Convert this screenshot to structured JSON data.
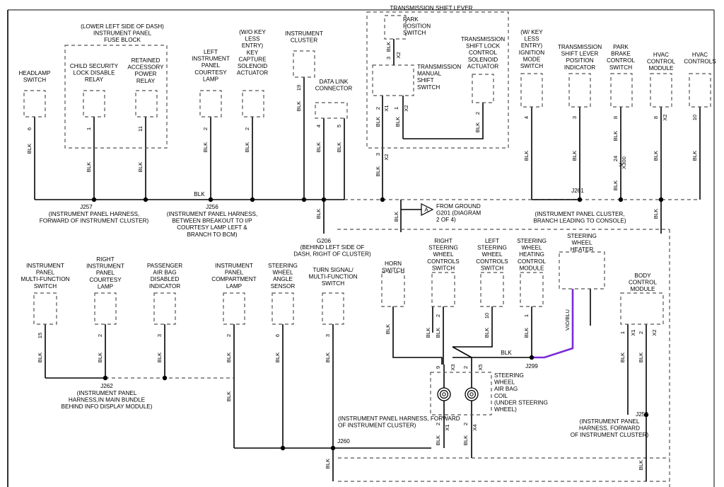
{
  "wire_labels": {
    "blk": "BLK",
    "vio_blu": "VIO/BLU"
  },
  "components": {
    "headlamp_switch": {
      "name": "HEADLAMP\nSWITCH",
      "pin": "6"
    },
    "fuse_block": {
      "name": "(LOWER LEFT SIDE OF DASH)\nINSTRUMENT PANEL\nFUSE BLOCK"
    },
    "child_security_relay": {
      "name": "CHILD SECURITY\nLOCK DISABLE\nRELAY",
      "pin": "1"
    },
    "retained_power_relay": {
      "name": "RETAINED\nACCESSORY\nPOWER\nRELAY",
      "pin": "11"
    },
    "left_courtesy_lamp": {
      "name": "LEFT\nINSTRUMENT\nPANEL\nCOURTESY\nLAMP",
      "pin": "2"
    },
    "key_capture_solenoid": {
      "name": "(W/O KEY\nLESS\nENTRY)\nKEY\nCAPTURE\nSOLENOID\nACTUATOR",
      "pin": "2"
    },
    "instrument_cluster": {
      "name": "INSTRUMENT\nCLUSTER",
      "pin": "19"
    },
    "data_link_connector": {
      "name": "DATA LINK\nCONNECTOR",
      "pins": [
        "4",
        "5"
      ]
    },
    "shift_lever": {
      "name": "TRANSMISSION SHIFT LEVER"
    },
    "park_position_switch": {
      "name": "PARK\nPOSITION\nSWITCH",
      "pin": "3",
      "conn": "X2"
    },
    "manual_shift_switch": {
      "name": "TRANSMISSION\nMANUAL\nSHIFT\nSWITCH",
      "pins": [
        "2",
        "1"
      ],
      "conns": [
        "X1",
        "X2"
      ]
    },
    "shift_lock_actuator": {
      "name": "TRANSMISSION\nSHIFT LOCK\nCONTROL\nSOLENOID\nACTUATOR",
      "pin": "2"
    },
    "shift_lever_out": {
      "pin": "3",
      "conn": "X2"
    },
    "ignition_mode_switch": {
      "name": "(W/ KEY\nLESS\nENTRY)\nIGNITION\nMODE\nSWITCH",
      "pin": "4"
    },
    "shift_lever_position_indicator": {
      "name": "TRANSMISSION\nSHIFT LEVER\nPOSITION\nINDICATOR",
      "pin": "3"
    },
    "park_brake_switch": {
      "name": "PARK\nBRAKE\nCONTROL\nSWITCH",
      "pin": "8",
      "inline_pin": "24",
      "inline_conn": "X300"
    },
    "hvac_control_module": {
      "name": "HVAC\nCONTROL\nMODULE",
      "pin": "8",
      "conn": "X2"
    },
    "hvac_controls": {
      "name": "HVAC\nCONTROLS",
      "pin": "10"
    },
    "ip_multifunction_switch": {
      "name": "INSTRUMENT\nPANEL\nMULTI-FUNCTION\nSWITCH",
      "pin": "15"
    },
    "right_courtesy_lamp": {
      "name": "RIGHT\nINSTRUMENT\nPANEL\nCOURTESY\nLAMP",
      "pin": "2"
    },
    "passenger_airbag_indicator": {
      "name": "PASSENGER\nAIR BAG\nDISABLED\nINDICATOR",
      "pin": "3"
    },
    "compartment_lamp": {
      "name": "INSTRUMENT\nPANEL\nCOMPARTMENT\nLAMP",
      "pin": "2"
    },
    "steering_angle_sensor": {
      "name": "STEERING\nWHEEL\nANGLE\nSENSOR",
      "pin": "6"
    },
    "turn_signal_switch": {
      "name": "TURN SIGNAL/\nMULTI-FUNCTION\nSWITCH",
      "pin": "3"
    },
    "horn_switch": {
      "name": "HORN\nSWITCH"
    },
    "right_sw_controls": {
      "name": "RIGHT\nSTEERING\nWHEEL\nCONTROLS\nSWITCH",
      "pin": "2"
    },
    "left_sw_controls": {
      "name": "LEFT\nSTEERING\nWHEEL\nCONTROLS\nSWITCH",
      "pin": "10"
    },
    "sw_heating_module": {
      "name": "STEERING\nWHEEL\nHEATING\nCONTROL\nMODULE",
      "pin": "1"
    },
    "sw_heater": {
      "name": "STEERING\nWHEEL\nHEATER"
    },
    "body_control_module": {
      "name": "BODY\nCONTROL\nMODULE",
      "pins": [
        "1",
        "2"
      ],
      "conns": [
        "X1",
        "X2"
      ]
    },
    "airbag_coil": {
      "name": "STEERING\nWHEEL\nAIR BAG\nCOIL\n(UNDER STEERING\nWHEEL)",
      "top_pins": [
        "9",
        "2"
      ],
      "top_conns": [
        "X3",
        "X5"
      ],
      "bottom_pins": [
        "2",
        "2"
      ],
      "bottom_conns": [
        "X1",
        "X4"
      ]
    }
  },
  "splices": {
    "j257": {
      "id": "J257",
      "desc": "(INSTRUMENT PANEL HARNESS,\nFORWARD OF INSTRUMENT CLUSTER)"
    },
    "j256": {
      "id": "J256",
      "desc": "(INSTRUMENT PANEL HARNESS,\nBETWEEN BREAKOUT TO I/P\nCOURTESY LAMP LEFT &\nBRANCH TO BCM)"
    },
    "j261": {
      "id": "J261",
      "desc": "(INSTRUMENT PANEL CLUSTER,\nBRANCH LEADING TO CONSOLE)"
    },
    "j262": {
      "id": "J262",
      "desc": "(INSTRUMENT PANEL\nHARNESS,IN MAIN BUNDLE\nBEHIND INFO DISPLAY MODULE)"
    },
    "j260": {
      "id": "J260",
      "desc": "(INSTRUMENT PANEL HARNESS, FORWARD\nOF INSTRUMENT CLUSTER)"
    },
    "j255": {
      "id": "J255",
      "desc": "(INSTRUMENT PANEL\nHARNESS, FORWARD\nOF INSTRUMENT CLUSTER)"
    },
    "j299": {
      "id": "J299"
    }
  },
  "grounds": {
    "g206": {
      "id": "G206",
      "desc": "(BEHIND LEFT SIDE OF\nDASH, RIGHT OF CLUSTER)"
    },
    "g201": {
      "marker": "A",
      "desc": "FROM GROUND\nG201 (DIAGRAM\n2 OF 4)"
    }
  },
  "colors": {
    "line": "#000000",
    "dash": "#555555",
    "heater_wire": "#7a2bd8"
  }
}
